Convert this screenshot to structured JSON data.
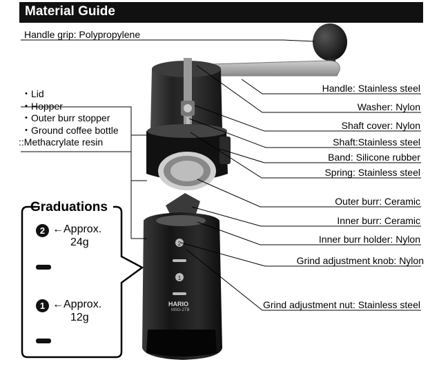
{
  "header": {
    "title": "Material Guide"
  },
  "handle_grip_label": "Handle grip: Polypropylene",
  "left_list": {
    "items": [
      "・Lid",
      "・Hopper",
      "・Outer burr stopper",
      "・Ground coffee bottle"
    ],
    "material": "::Methacrylate resin"
  },
  "right_labels": [
    "Handle: Stainless steel",
    "Washer: Nylon",
    "Shaft cover: Nylon",
    "Shaft:Stainless steel",
    "Band: Silicone rubber",
    "Spring: Stainless steel",
    "Outer burr: Ceramic",
    "Inner burr: Ceramic",
    "Inner burr holder: Nylon",
    "Grind adjustment knob: Nylon",
    "Grind adjustment nut: Stainless steel"
  ],
  "graduations": {
    "title": "Graduations",
    "marks": [
      {
        "number": "2",
        "line1": "←Approx.",
        "line2": "24g"
      },
      {
        "number": "1",
        "line1": "←Approx.",
        "line2": "12g"
      }
    ]
  },
  "device_logo": {
    "brand": "HARIO",
    "model": "MSG-2TB"
  },
  "colors": {
    "header_bg": "#111111",
    "line": "#000000",
    "body": "#1c1c1c"
  }
}
